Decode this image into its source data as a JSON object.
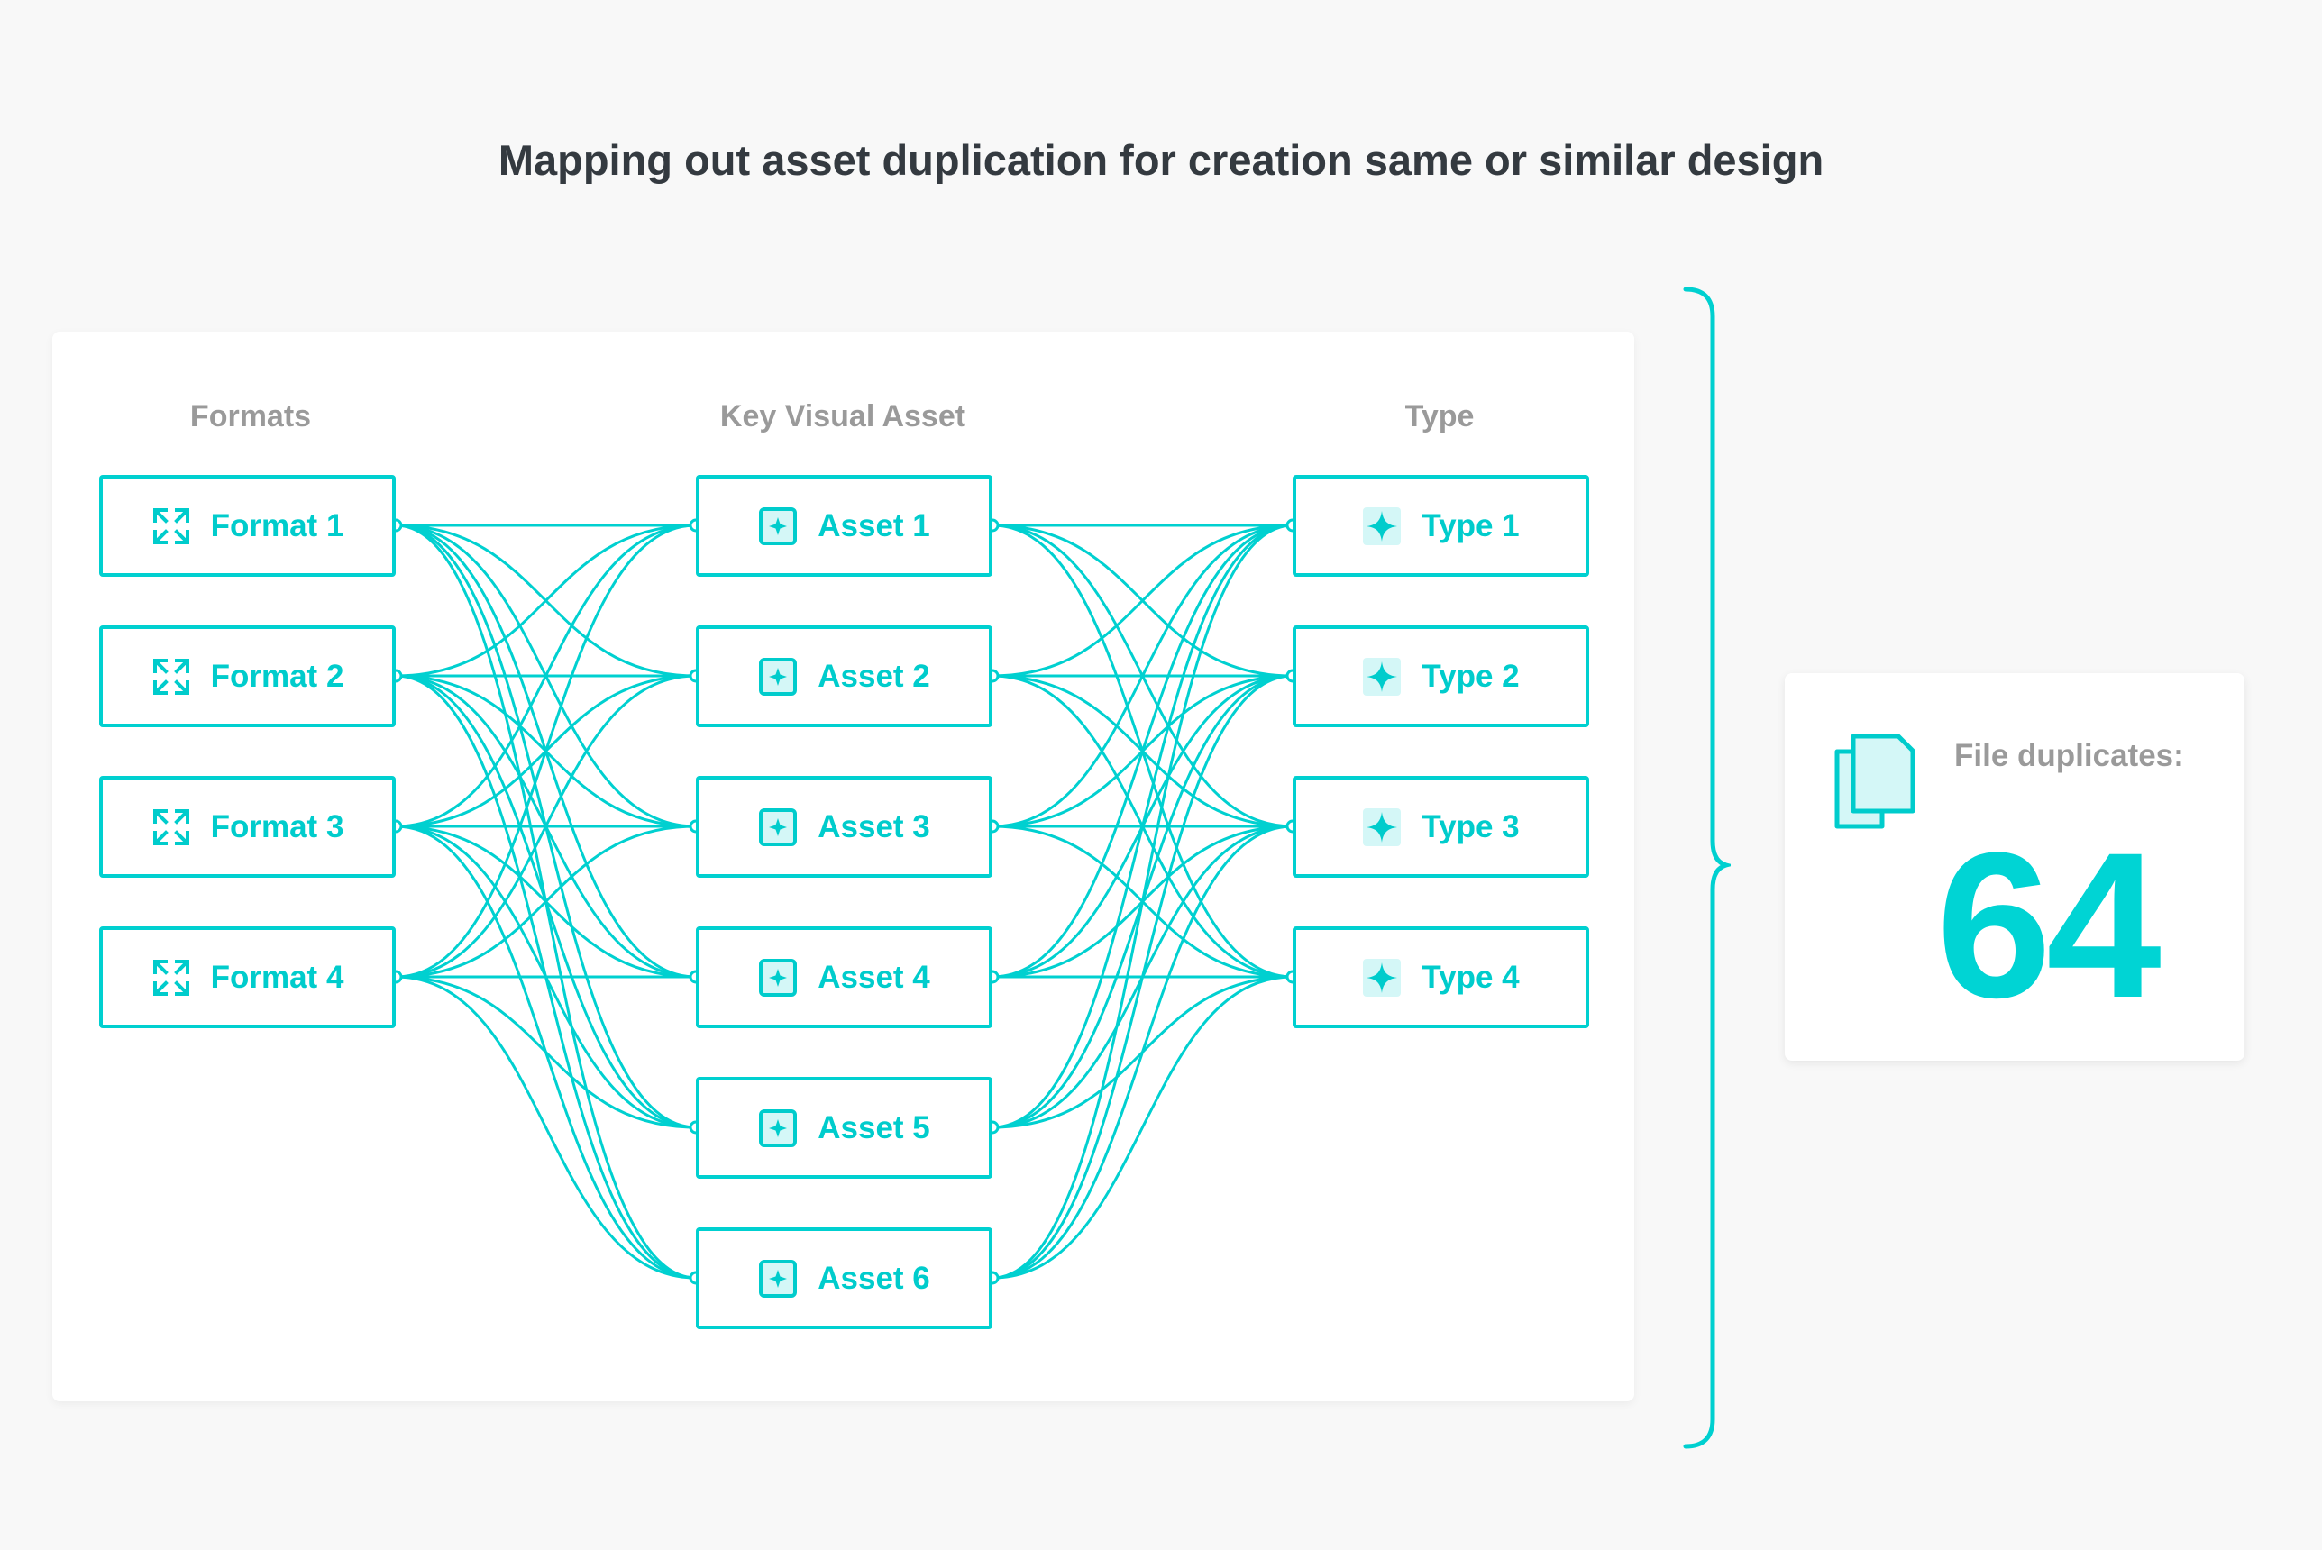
{
  "title": "Mapping out asset duplication for creation same or similar design",
  "columns": {
    "formats": "Formats",
    "assets": "Key Visual Asset",
    "types": "Type"
  },
  "formats": [
    {
      "label": "Format 1"
    },
    {
      "label": "Format 2"
    },
    {
      "label": "Format 3"
    },
    {
      "label": "Format 4"
    }
  ],
  "assets": [
    {
      "label": "Asset 1"
    },
    {
      "label": "Asset 2"
    },
    {
      "label": "Asset 3"
    },
    {
      "label": "Asset 4"
    },
    {
      "label": "Asset 5"
    },
    {
      "label": "Asset 6"
    }
  ],
  "types": [
    {
      "label": "Type 1"
    },
    {
      "label": "Type 2"
    },
    {
      "label": "Type 3"
    },
    {
      "label": "Type 4"
    }
  ],
  "summary": {
    "label": "File duplicates:",
    "value": "64",
    "icon": "file-duplicate-icon"
  },
  "icons": {
    "format": "expand-arrows-icon",
    "asset": "sparkle-square-icon",
    "type": "sparkle-star-icon"
  },
  "colors": {
    "accent": "#00d0d0",
    "text_dark": "#343a40",
    "text_muted": "#9a9a9a",
    "background": "#f8f8f8"
  }
}
